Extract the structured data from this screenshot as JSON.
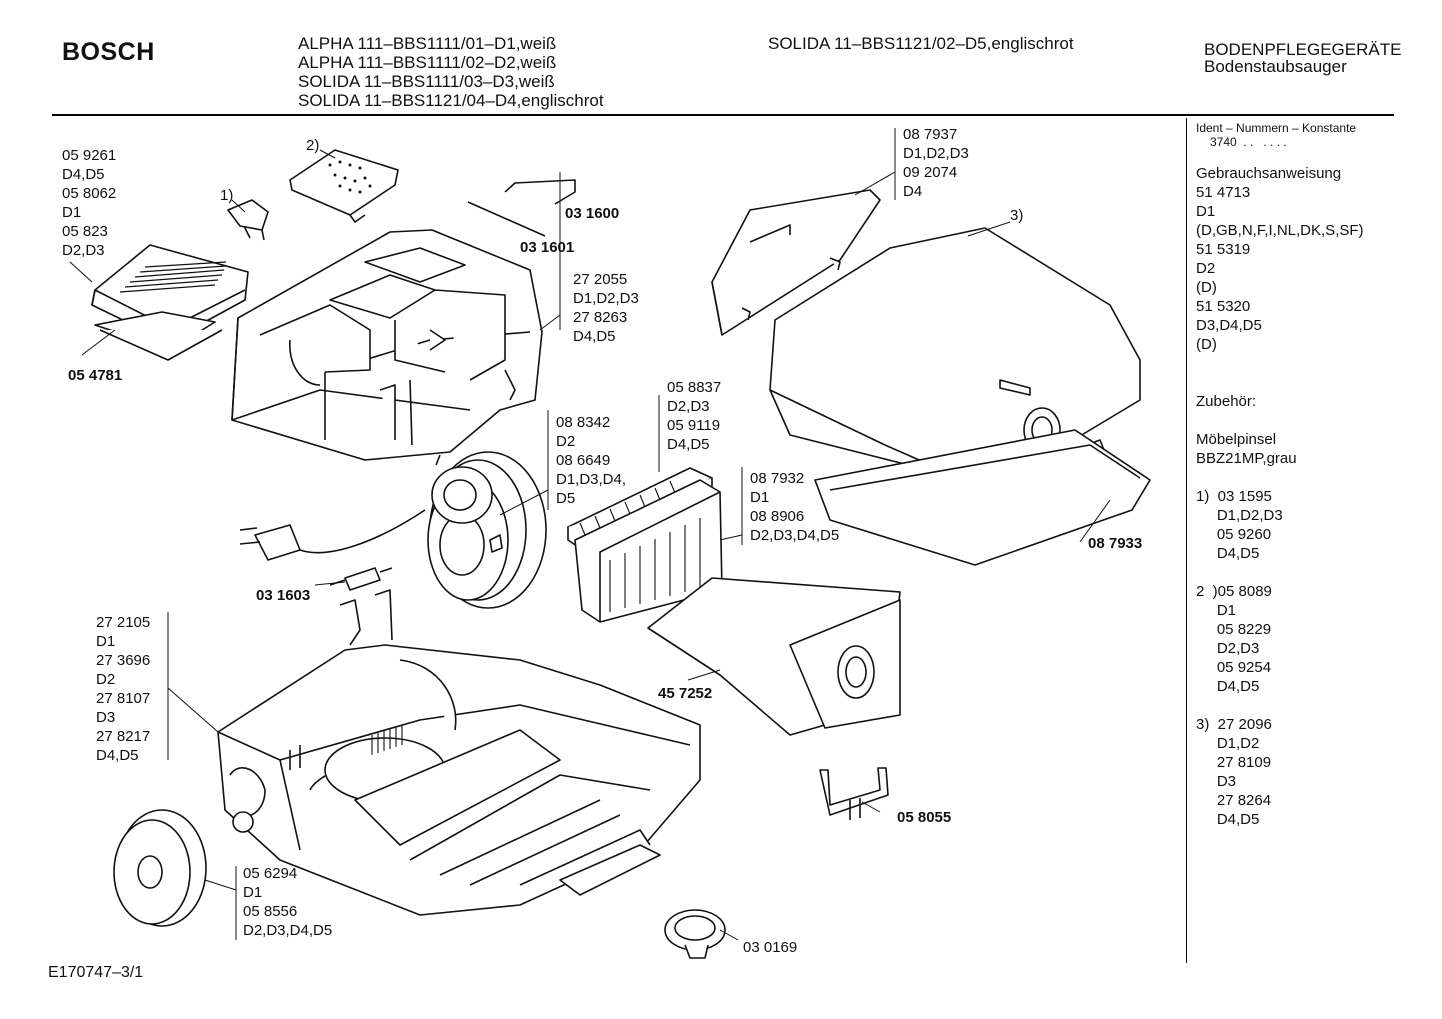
{
  "header": {
    "brand": "BOSCH",
    "models_left": "ALPHA 111–BBS1111/01–D1,weiß\nALPHA 111–BBS1111/02–D2,weiß\nSOLIDA 11–BBS1111/03–D3,weiß\nSOLIDA 11–BBS1121/04–D4,englischrot",
    "models_right": "SOLIDA 11–BBS1121/02–D5,englischrot",
    "category": "BODENPFLEGEGERÄTE",
    "subcategory": "Bodenstaubsauger"
  },
  "sidebar": {
    "ident_title": "Ident – Nummern – Konstante",
    "ident_value": "3740  . .   . . . .",
    "content": "Gebrauchsanweisung\n51 4713\nD1\n(D,GB,N,F,I,NL,DK,S,SF)\n51 5319\nD2\n(D)\n51 5320\nD3,D4,D5\n(D)\n\n\nZubehör:\n\nMöbelpinsel\nBBZ21MP,grau\n\n1)  03 1595\n     D1,D2,D3\n     05 9260\n     D4,D5\n\n2  )05 8089\n     D1\n     05 8229\n     D2,D3\n     05 9254\n     D4,D5\n\n3)  27 2096\n     D1,D2\n     27 8109\n     D3\n     27 8264\n     D4,D5"
  },
  "parts": {
    "filter_cover": "05 9261\nD4,D5\n05 8062\nD1\n05 823\nD2,D3",
    "mark1": "1)",
    "mark2": "2)",
    "mark3": "3)",
    "p031600": "03 1600",
    "p031601": "03 1601",
    "p054781": "05 4781",
    "housing_top": "27 2055\nD1,D2,D3\n27 8263\nD4,D5",
    "bag_door": "08 7937\nD1,D2,D3\n09 2074\nD4",
    "filter_grid": "05 8837\nD2,D3\n05 9119\nD4,D5",
    "motor": "08 8342\nD2\n08 6649\nD1,D3,D4,\nD5",
    "motor_filter": "08 7932\nD1\n08 8906\nD2,D3,D4,D5",
    "p087933": "08 7933",
    "p031603": "03 1603",
    "housing_bottom": "27 2105\nD1\n27 3696\nD2\n27 8107\nD3\n27 8217\nD4,D5",
    "p457252": "45 7252",
    "p058055": "05 8055",
    "wheel": "05 6294\nD1\n05 8556\nD2,D3,D4,D5",
    "p030169": "03 0169"
  },
  "footer": {
    "code": "E170747–3/1"
  }
}
